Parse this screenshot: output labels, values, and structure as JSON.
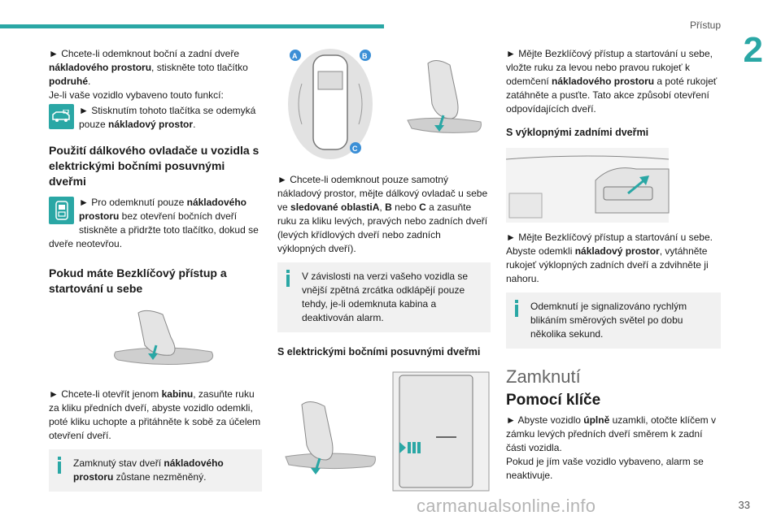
{
  "header": {
    "section": "Přístup",
    "chapter": "2",
    "page_number": "33"
  },
  "footer": {
    "watermark": "carmanualsonline.info"
  },
  "colors": {
    "accent": "#2aa7a5",
    "note_bg": "#f1f1f1"
  },
  "col1": {
    "p1_a": "► Chcete-li odemknout boční a zadní dveře ",
    "p1_b": "nákladového prostoru",
    "p1_c": ", stiskněte toto tlačítko ",
    "p1_d": "podruhé",
    "p1_e": ".",
    "p1_f": "Je-li vaše vozidlo vybaveno touto funkcí:",
    "icon1_a": "► Stisknutím tohoto tlačítka se odemyká pouze ",
    "icon1_b": "nákladový prostor",
    "icon1_c": ".",
    "h_remote": "Použití dálkového ovladače u vozidla s elektrickými bočními posuvnými dveřmi",
    "icon2_a": "► Pro odemknutí pouze ",
    "icon2_b": "nákladového prostoru",
    "icon2_c": " bez otevření bočních dveří stiskněte a přidržte toto tlačítko, dokud se dveře neotevřou.",
    "h_keyless": "Pokud máte Bezklíčový přístup a startování u sebe",
    "p_cabin_a": "► Chcete-li otevřít jenom ",
    "p_cabin_b": "kabinu",
    "p_cabin_c": ", zasuňte ruku za kliku předních dveří, abyste vozidlo odemkli, poté kliku uchopte a přitáhněte k sobě za účelem otevření dveří.",
    "note_a": "Zamknutý stav dveří ",
    "note_b": "nákladového prostoru",
    "note_c": " zůstane nezměněný."
  },
  "col2": {
    "labels": [
      "A",
      "B",
      "C"
    ],
    "p_a": "► Chcete-li odemknout pouze samotný nákladový prostor, mějte dálkový ovladač u sebe ve ",
    "p_b": "sledované oblastiA",
    "p_c": ", ",
    "p_d": "B",
    "p_e": " nebo ",
    "p_f": "C",
    "p_g": " a zasuňte ruku za kliku levých, pravých nebo zadních dveří (levých křídlových dveří nebo zadních výklopných dveří).",
    "note": "V závislosti na verzi vašeho vozidla se vnější zpětná zrcátka odklápějí pouze tehdy, je-li odemknuta kabina a deaktivován alarm.",
    "h_sliding": "S elektrickými bočními posuvnými dveřmi"
  },
  "col3": {
    "p1": "► Mějte Bezklíčový přístup a startování u sebe, vložte ruku za levou nebo pravou rukojeť k odemčení ",
    "p1_b": "nákladového prostoru",
    "p1_c": " a poté rukojeť zatáhněte a pusťte. Tato akce způsobí otevření odpovídajících dveří.",
    "h_tailgate": "S výklopnými zadními dveřmi",
    "p2_a": "► Mějte Bezklíčový přístup a startování u sebe. Abyste odemkli ",
    "p2_b": "nákladový prostor",
    "p2_c": ", vytáhněte rukojeť výklopných zadních dveří a zdvihněte ji nahoru.",
    "note": "Odemknutí je signalizováno rychlým blikáním směrových světel po dobu několika sekund.",
    "h_lock": "Zamknutí",
    "h_key": "Pomocí klíče",
    "p3_a": "► Abyste vozidlo ",
    "p3_b": "úplně",
    "p3_c": " uzamkli, otočte klíčem v zámku levých předních dveří směrem k zadní části vozidla.",
    "p3_d": "Pokud je jím vaše vozidlo vybaveno, alarm se neaktivuje."
  }
}
